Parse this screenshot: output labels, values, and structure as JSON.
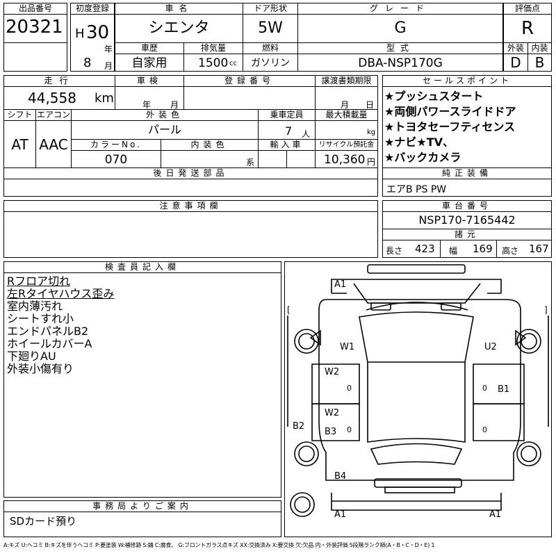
{
  "header": {
    "lot_label": "出品番号",
    "lot": "20321",
    "reg_label": "初度登録",
    "era": "H",
    "year": "30",
    "year_unit": "年",
    "month": "8",
    "month_unit": "月",
    "name_label": "車名",
    "name": "シエンタ",
    "door_label": "ドア形状",
    "door": "5W",
    "grade_label": "グレード",
    "grade": "G",
    "score_label": "評価点",
    "score": "R",
    "history_label": "車歴",
    "history": "自家用",
    "disp_label": "排気量",
    "disp": "1500",
    "disp_unit": "cc",
    "fuel_label": "燃料",
    "fuel": "ガソリン",
    "model_label": "型式",
    "model": "DBA-NSP170G",
    "ext_label": "外装",
    "ext": "D",
    "int_label": "内装",
    "int": "B"
  },
  "row2": {
    "mileage_label": "走行",
    "mileage": "44,558",
    "mileage_unit": "km",
    "inspection_label": "車検",
    "insp_year": "年",
    "insp_month": "月",
    "regno_label": "登録番号",
    "transfer_label": "譲渡書類期限",
    "tr_month": "月",
    "tr_day": "日",
    "shift_label": "シフト",
    "shift": "AT",
    "ac_label": "エアコン",
    "ac": "AAC",
    "color_label": "外装色",
    "color": "パール",
    "seats_label": "乗車定員",
    "seats": "7",
    "seats_unit": "人",
    "load_label": "最大積載量",
    "load_unit": "kg",
    "colorno_label": "カラーNo.",
    "colorno": "070",
    "intcolor_label": "内装色",
    "intcolor_unit": "系",
    "import_label": "輸入車",
    "recycle_label": "リサイクル預託金",
    "recycle": "10,360",
    "recycle_unit": "円",
    "later_label": "後日発送部品"
  },
  "sales": {
    "label": "セールスポイント",
    "points": [
      "★プッシュスタート",
      "★両側パワースライドドア",
      "★トヨタセーフティセンス",
      "★ナビ★TV、",
      "★バックカメラ"
    ]
  },
  "equip": {
    "label": "純正装備",
    "value": "エアB PS PW"
  },
  "notes": {
    "label": "注意事項欄"
  },
  "chassis": {
    "label": "車台番号",
    "value": "NSP170-7165442",
    "dims_label": "諸元",
    "len_label": "長さ",
    "len": "423",
    "wid_label": "幅",
    "wid": "169",
    "hei_label": "高さ",
    "hei": "167"
  },
  "inspector": {
    "label": "検査員記入欄",
    "lines": [
      "Rフロア切れ",
      "左Rタイヤハウス歪み",
      "室内薄汚れ",
      "シートすれ小",
      "エンドパネルB2",
      "ホイールカバーA",
      "下廻りAU",
      "外装小傷有り"
    ],
    "underlined": [
      true,
      true,
      false,
      false,
      false,
      false,
      false,
      false
    ]
  },
  "office": {
    "label": "事務局よりご案内",
    "text": "SDカード預り"
  },
  "diagram": {
    "marks": {
      "A1_top": "A1",
      "W1": "W1",
      "U2": "U2",
      "W2a": "W2",
      "B1": "B1",
      "W2b": "W2",
      "B3": "B3",
      "B2": "B2",
      "B4": "B4",
      "A1_bl": "A1",
      "A1_br": "A1",
      "zero": "0",
      "bl": "[",
      "br": "]"
    }
  },
  "legend": "A:キズ U:ヘコミ B:キズを伴うヘコミ P:要塗装 W:補修跡 S:錆 C:腐食、 G:フロントガラス点キズ XX:交換済み X:要交換 欠:欠品 内・外装評価 5段階ランク順(A・B・C・D・E) 1"
}
